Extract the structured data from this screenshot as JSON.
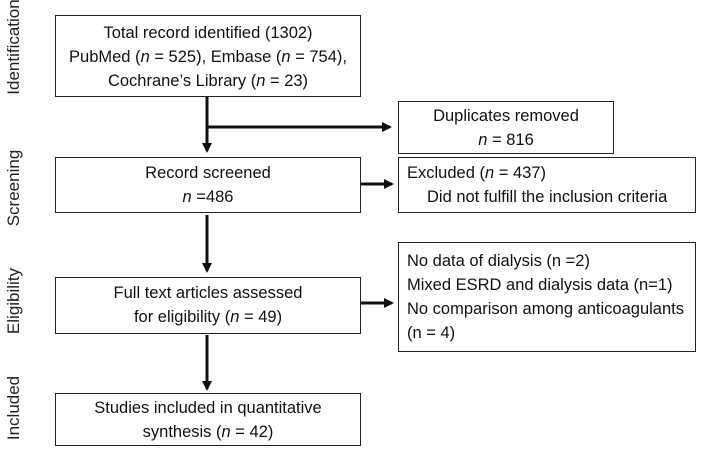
{
  "stages": {
    "identification": "Identification",
    "screening": "Screening",
    "eligibility": "Eligibility",
    "included": "Included"
  },
  "boxes": {
    "identified": {
      "line1": "Total record identified (1302)",
      "line2_prefix": "PubMed (",
      "line2_n1": "n",
      "line2_mid1": " = 525), Embase (",
      "line2_n2": "n",
      "line2_mid2": " = 754),",
      "line3_prefix": "Cochrane’s Library (",
      "line3_n": "n",
      "line3_suffix": " = 23)"
    },
    "duplicates": {
      "line1": "Duplicates removed",
      "line2_n": "n",
      "line2_suffix": " = 816"
    },
    "screened": {
      "line1": "Record screened",
      "line2_n": "n",
      "line2_suffix": " =486"
    },
    "excluded": {
      "line1_prefix": "Excluded (",
      "line1_n": "n",
      "line1_suffix": " = 437)",
      "line2": "Did not fulfill the inclusion criteria"
    },
    "fulltext": {
      "line1": "Full text articles assessed",
      "line2_prefix": "for eligibility (",
      "line2_n": "n",
      "line2_suffix": " = 49)"
    },
    "reasons": {
      "line1": "No data of dialysis (n =2)",
      "line2": "Mixed ESRD and dialysis data (n=1)",
      "line3": "No comparison among anticoagulants",
      "line4": "(n = 4)"
    },
    "included": {
      "line1": "Studies included in quantitative",
      "line2_prefix": "synthesis (",
      "line2_n": "n",
      "line2_suffix": " = 42)"
    }
  }
}
